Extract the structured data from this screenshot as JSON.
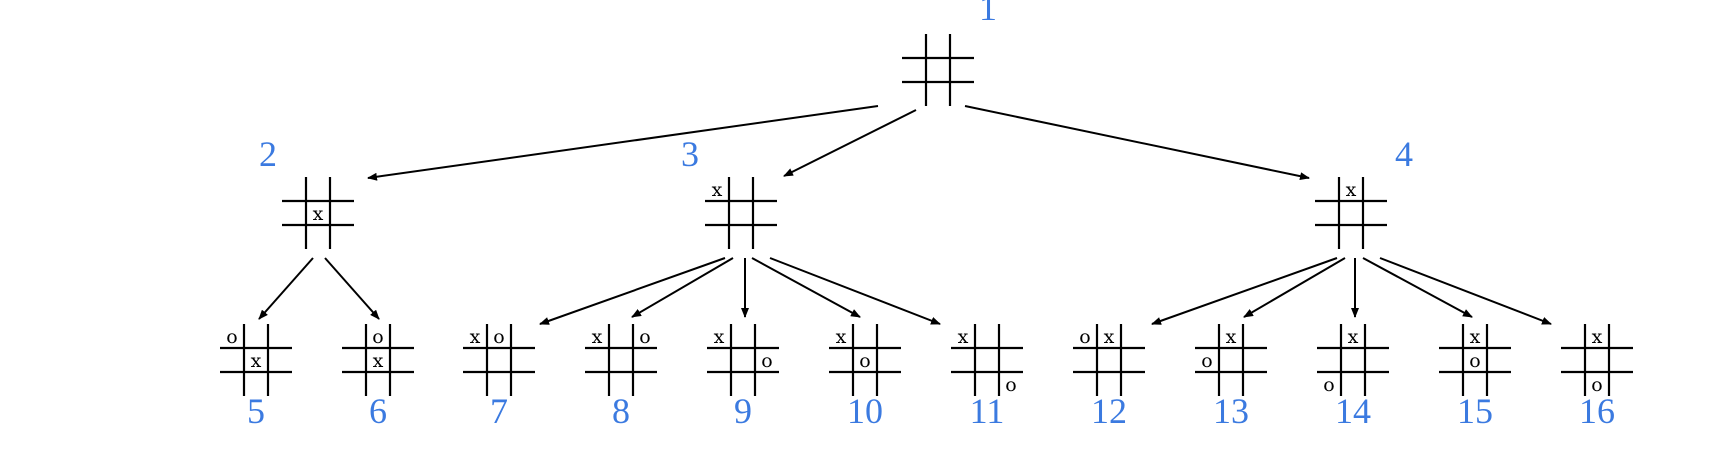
{
  "diagram": {
    "nodes": [
      {
        "id": "n1",
        "label": "1",
        "marks": []
      },
      {
        "id": "n2",
        "label": "2",
        "marks": [
          {
            "cell": 4,
            "symbol": "x"
          }
        ]
      },
      {
        "id": "n3",
        "label": "3",
        "marks": [
          {
            "cell": 0,
            "symbol": "x"
          }
        ]
      },
      {
        "id": "n4",
        "label": "4",
        "marks": [
          {
            "cell": 1,
            "symbol": "x"
          }
        ]
      },
      {
        "id": "n5",
        "label": "5",
        "marks": [
          {
            "cell": 0,
            "symbol": "o"
          },
          {
            "cell": 4,
            "symbol": "x"
          }
        ]
      },
      {
        "id": "n6",
        "label": "6",
        "marks": [
          {
            "cell": 1,
            "symbol": "o"
          },
          {
            "cell": 4,
            "symbol": "x"
          }
        ]
      },
      {
        "id": "n7",
        "label": "7",
        "marks": [
          {
            "cell": 0,
            "symbol": "x"
          },
          {
            "cell": 1,
            "symbol": "o"
          }
        ]
      },
      {
        "id": "n8",
        "label": "8",
        "marks": [
          {
            "cell": 0,
            "symbol": "x"
          },
          {
            "cell": 2,
            "symbol": "o"
          }
        ]
      },
      {
        "id": "n9",
        "label": "9",
        "marks": [
          {
            "cell": 0,
            "symbol": "x"
          },
          {
            "cell": 5,
            "symbol": "o"
          }
        ]
      },
      {
        "id": "n10",
        "label": "10",
        "marks": [
          {
            "cell": 0,
            "symbol": "x"
          },
          {
            "cell": 4,
            "symbol": "o"
          }
        ]
      },
      {
        "id": "n11",
        "label": "11",
        "marks": [
          {
            "cell": 0,
            "symbol": "x"
          },
          {
            "cell": 8,
            "symbol": "o"
          }
        ]
      },
      {
        "id": "n12",
        "label": "12",
        "marks": [
          {
            "cell": 0,
            "symbol": "o"
          },
          {
            "cell": 1,
            "symbol": "x"
          }
        ]
      },
      {
        "id": "n13",
        "label": "13",
        "marks": [
          {
            "cell": 1,
            "symbol": "x"
          },
          {
            "cell": 3,
            "symbol": "o"
          }
        ]
      },
      {
        "id": "n14",
        "label": "14",
        "marks": [
          {
            "cell": 1,
            "symbol": "x"
          },
          {
            "cell": 6,
            "symbol": "o"
          }
        ]
      },
      {
        "id": "n15",
        "label": "15",
        "marks": [
          {
            "cell": 1,
            "symbol": "x"
          },
          {
            "cell": 4,
            "symbol": "o"
          }
        ]
      },
      {
        "id": "n16",
        "label": "16",
        "marks": [
          {
            "cell": 1,
            "symbol": "x"
          },
          {
            "cell": 7,
            "symbol": "o"
          }
        ]
      }
    ],
    "edges": [
      [
        "n1",
        "n2"
      ],
      [
        "n1",
        "n3"
      ],
      [
        "n1",
        "n4"
      ],
      [
        "n2",
        "n5"
      ],
      [
        "n2",
        "n6"
      ],
      [
        "n3",
        "n7"
      ],
      [
        "n3",
        "n8"
      ],
      [
        "n3",
        "n9"
      ],
      [
        "n3",
        "n10"
      ],
      [
        "n3",
        "n11"
      ],
      [
        "n4",
        "n12"
      ],
      [
        "n4",
        "n13"
      ],
      [
        "n4",
        "n14"
      ],
      [
        "n4",
        "n15"
      ],
      [
        "n4",
        "n16"
      ]
    ],
    "colors": {
      "label": "#3b7ae0",
      "lines": "#000000"
    }
  }
}
